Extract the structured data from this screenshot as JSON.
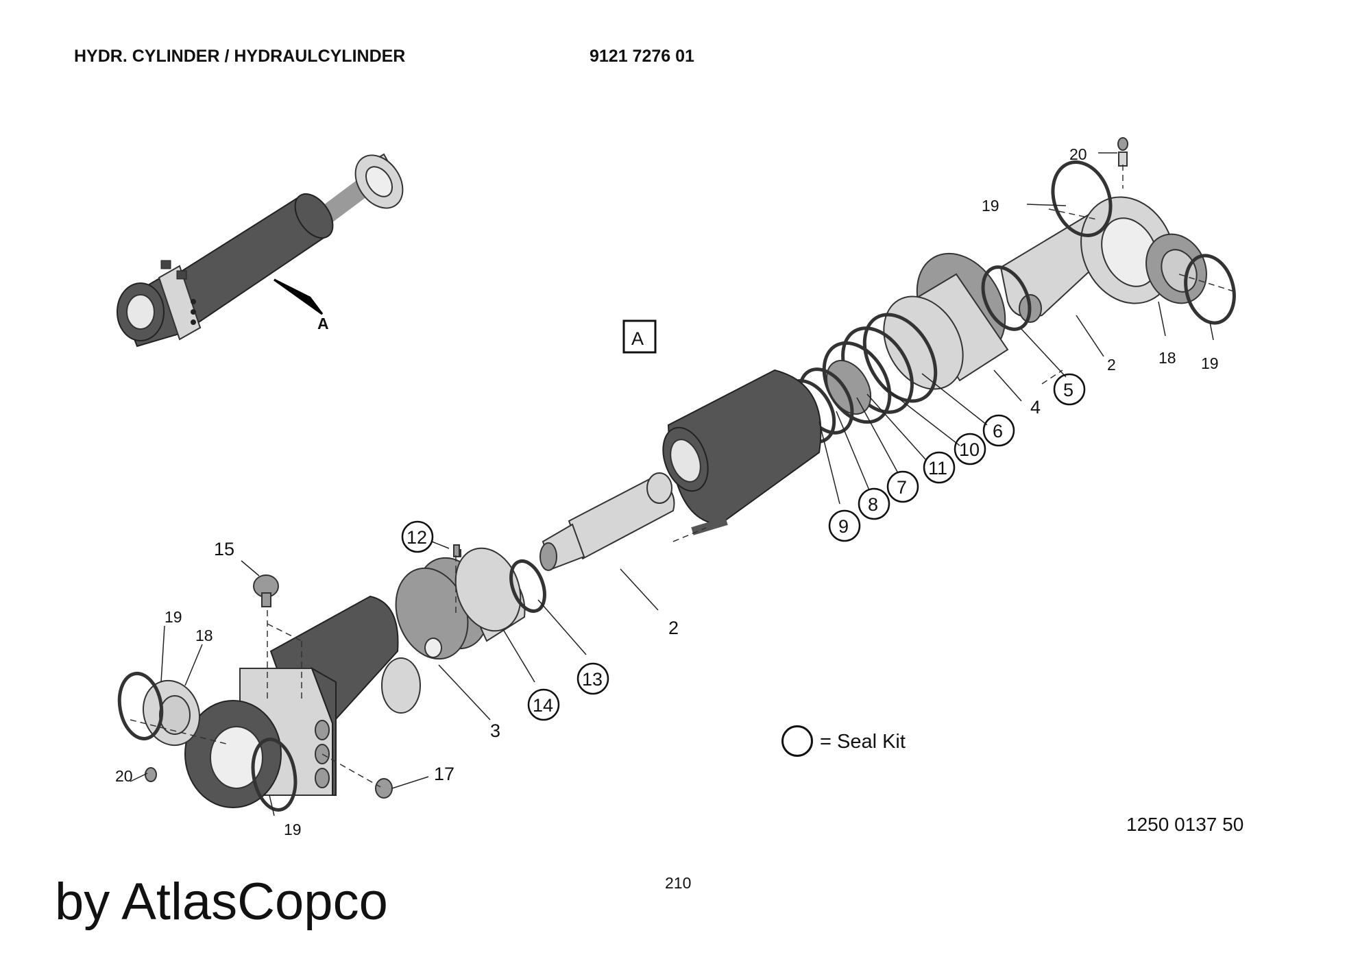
{
  "header": {
    "title": "HYDR. CYLINDER / HYDRAULCYLINDER",
    "part_number": "9121 7276 01"
  },
  "drawing_number": "1250 0137 50",
  "page_number": "210",
  "footer": "by AtlasCopco",
  "legend": {
    "text": "= Seal Kit"
  },
  "view_marker": {
    "arrow_label": "A",
    "box_label": "A"
  },
  "callouts": {
    "c20_top": "20",
    "c19_top": "19",
    "c2_right": "2",
    "c18_right": "18",
    "c19_right": "19",
    "c5": "5",
    "c4": "4",
    "c6": "6",
    "c10": "10",
    "c11": "11",
    "c7": "7",
    "c8": "8",
    "c9": "9",
    "c12": "12",
    "c15": "15",
    "c19_left": "19",
    "c18_left": "18",
    "c2_mid": "2",
    "c13": "13",
    "c14": "14",
    "c3": "3",
    "c17": "17",
    "c20_left": "20",
    "c19_bottom": "19"
  }
}
